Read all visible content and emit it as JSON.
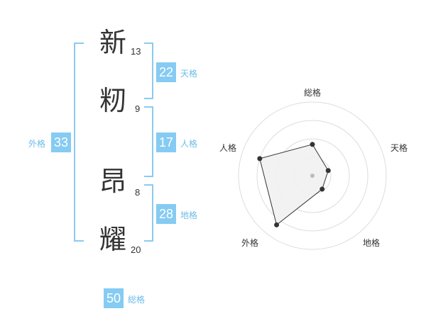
{
  "name": {
    "chars": [
      {
        "char": "新",
        "strokes": "13"
      },
      {
        "char": "籾",
        "strokes": "9"
      },
      {
        "char": "昂",
        "strokes": "8"
      },
      {
        "char": "耀",
        "strokes": "20"
      }
    ]
  },
  "kaku": {
    "tenkaku": {
      "value": "22",
      "label": "天格"
    },
    "jinkaku": {
      "value": "17",
      "label": "人格"
    },
    "chikaku": {
      "value": "28",
      "label": "地格"
    },
    "gaikaku": {
      "value": "33",
      "label": "外格"
    },
    "soukaku": {
      "value": "50",
      "label": "総格"
    }
  },
  "chart_data": {
    "type": "radar",
    "axes": [
      "総格",
      "天格",
      "地格",
      "外格",
      "人格"
    ],
    "rmax": 4,
    "rings": 4,
    "values": [
      1.7,
      0.9,
      0.9,
      3.3,
      3.0
    ],
    "colors": {
      "fill": "#f1f1f1",
      "line": "#333333",
      "grid": "#dddddd",
      "dot": "#333333",
      "center": "#bbbbbb"
    }
  },
  "colors": {
    "accent": "#85cbf3",
    "bracket": "#8ccaef",
    "kaku_text": "#6dbce8"
  }
}
